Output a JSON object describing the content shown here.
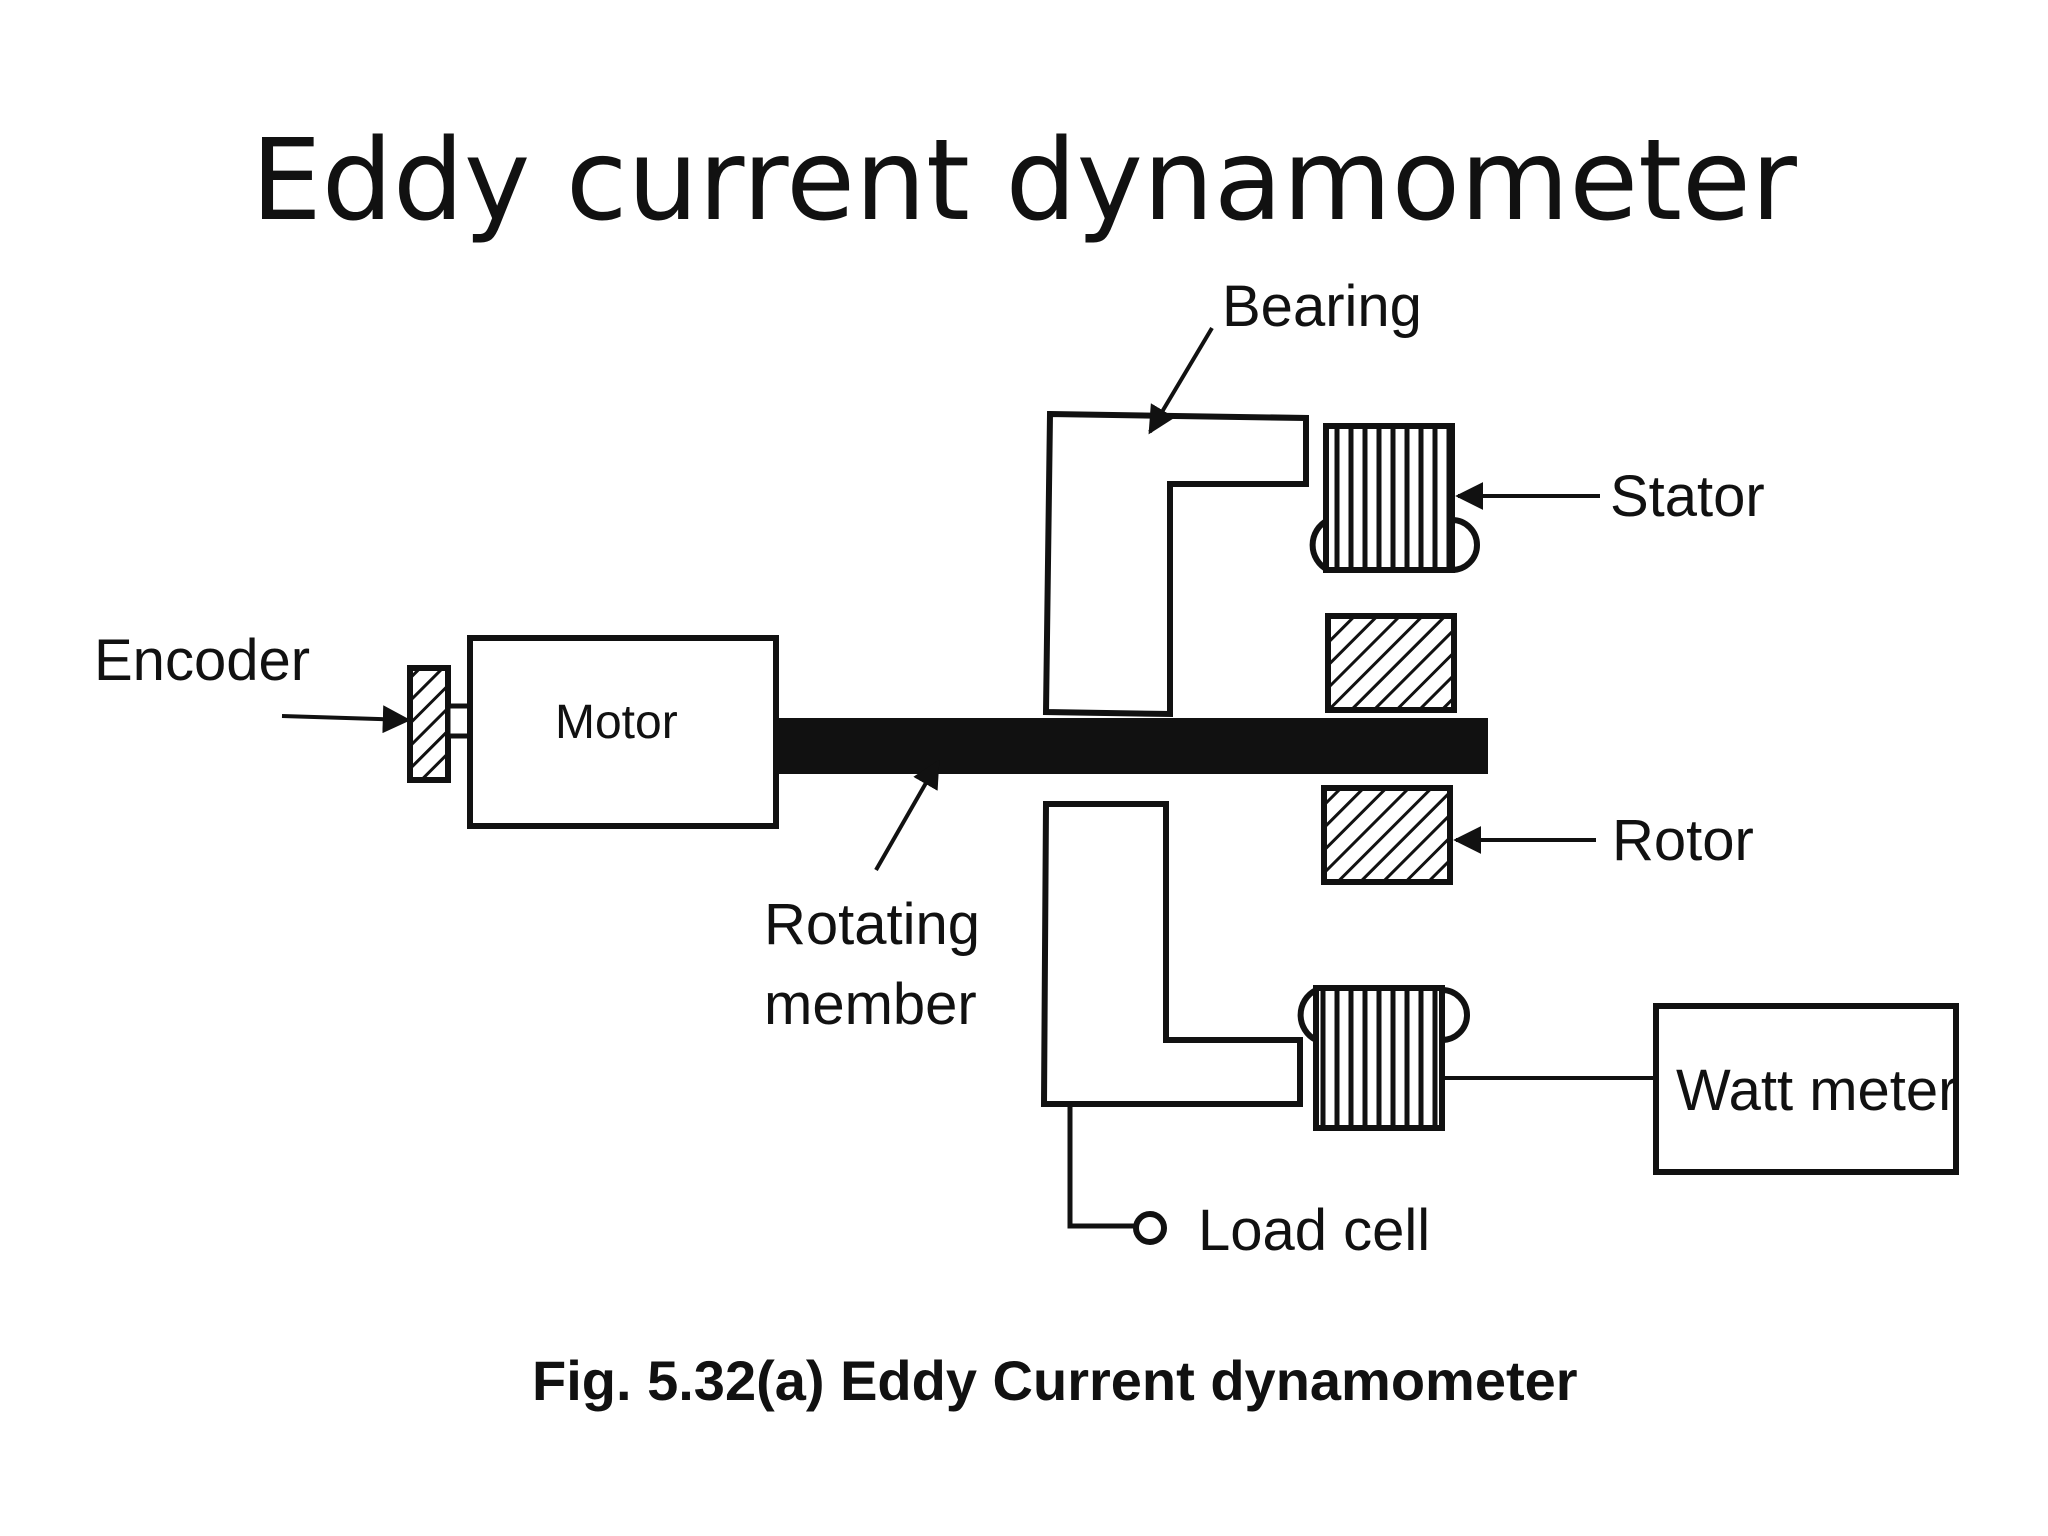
{
  "title": "Eddy current dynamometer",
  "labels": {
    "bearing": "Bearing",
    "stator": "Stator",
    "encoder": "Encoder",
    "motor": "Motor",
    "rotor": "Rotor",
    "rotating_line1": "Rotating",
    "rotating_line2": "member",
    "watt_meter": "Watt meter",
    "load_cell": "Load cell"
  },
  "caption": "Fig. 5.32(a) Eddy Current dynamometer"
}
